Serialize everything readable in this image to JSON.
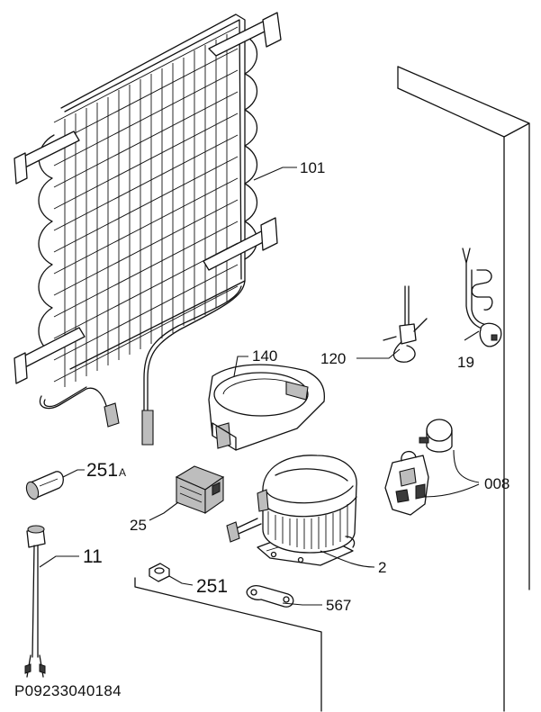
{
  "callouts": {
    "c101": "101",
    "c140": "140",
    "c120": "120",
    "c19": "19",
    "c251a_num": "251",
    "c251a_suffix": "A",
    "c008": "008",
    "c25": "25",
    "c11": "11",
    "c2": "2",
    "c251": "251",
    "c567": "567"
  },
  "document_id": "P09233040184"
}
